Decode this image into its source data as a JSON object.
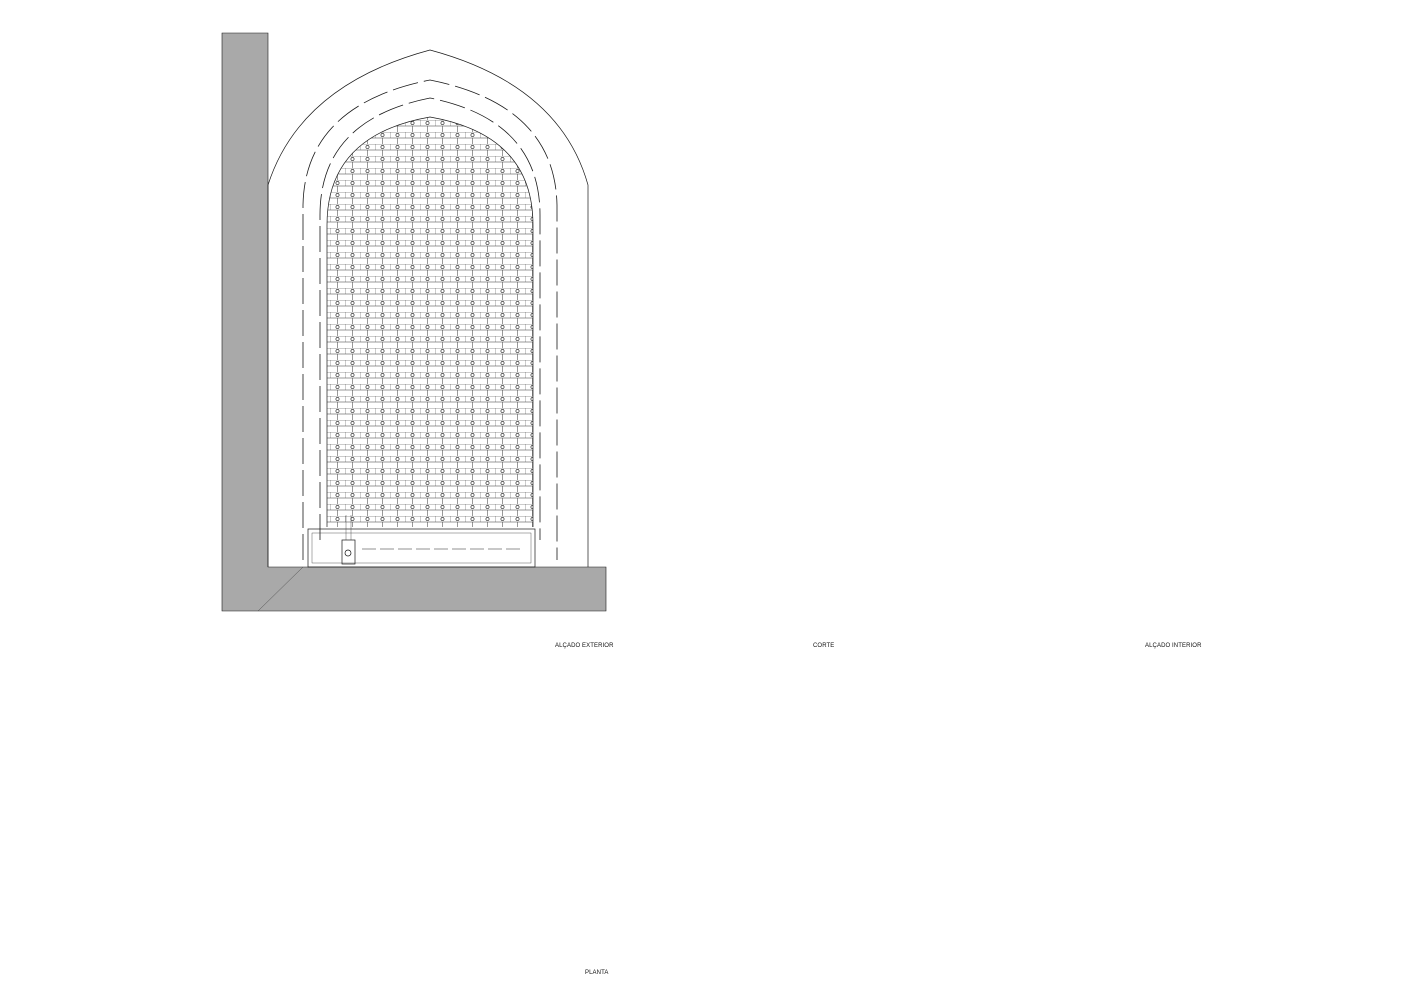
{
  "labels": {
    "exterior_elevation": "ALÇADO EXTERIOR",
    "section": "CORTE",
    "interior_elevation": "ALÇADO INTERIOR",
    "plan": "PLANTA"
  },
  "colors": {
    "wall_fill": "#a9a9a9",
    "line": "#1a1a1a",
    "background": "#ffffff"
  }
}
